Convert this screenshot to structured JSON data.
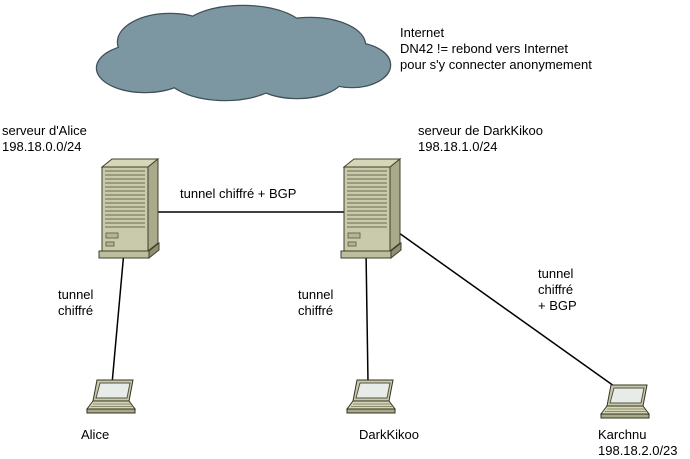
{
  "diagram": {
    "internet_note": "Internet\nDN42 != rebond vers Internet\npour s'y connecter anonymement",
    "servers": {
      "alice_label": "serveur d'Alice\n198.18.0.0/24",
      "darkkikoo_label": "serveur de DarkKikoo\n198.18.1.0/24"
    },
    "links": {
      "server_to_server": "tunnel chiffré + BGP",
      "alice_tunnel": "tunnel\nchiffré",
      "darkkikoo_tunnel": "tunnel\nchiffré",
      "karchnu_tunnel": "tunnel\nchiffré\n+ BGP"
    },
    "nodes": {
      "alice": "Alice",
      "darkkikoo": "DarkKikoo",
      "karchnu": "Karchnu\n198.18.2.0/23"
    },
    "colors": {
      "cloud_fill": "#7d97a2",
      "cloud_outline": "#3f5058",
      "server_front": "#c9c9ab",
      "server_side": "#a9a98b",
      "server_top": "#d6d6b8",
      "laptop_screen": "#e8ece9",
      "line": "#000000",
      "background": "#ffffff"
    }
  }
}
